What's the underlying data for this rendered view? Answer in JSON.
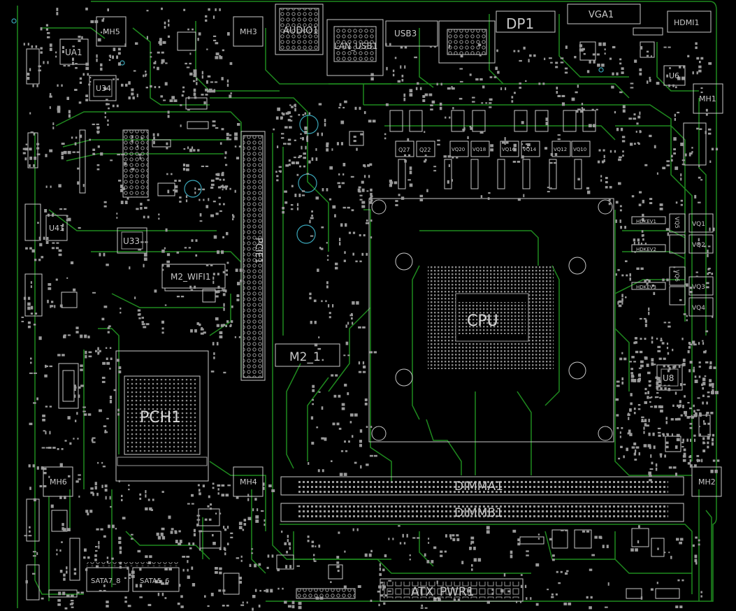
{
  "colors": {
    "background": "#000000",
    "trace": "#1f8a1f",
    "silkscreen": "#c8c8c8",
    "pad": "#9a9a9a",
    "via": "#3aa6b9"
  },
  "labels": {
    "audio": "AUDIO1",
    "lan": "LAN_USB1",
    "usb": "USB3",
    "dp": "DP1",
    "vga": "VGA1",
    "hdmi": "HDMI1",
    "mh1": "MH1",
    "mh2": "MH2",
    "mh3": "MH3",
    "mh4": "MH4",
    "mh5": "MH5",
    "mh6": "MH6",
    "ua1": "UA1",
    "u34": "U34",
    "u41": "U41",
    "u33": "U33",
    "u6": "U6",
    "u8": "U8",
    "wifi": "M2_WIFI1",
    "m2": "M2_1",
    "pcie": "PCIE1",
    "cpu": "CPU",
    "pch": "PCH1",
    "dimma": "DIMMA1",
    "dimmb": "DIMMB1",
    "sata78": "SATA7_8",
    "sata56": "SATA5_6",
    "atx": "ATX_PWR1",
    "q1": "VQ1",
    "q2": "VQ2",
    "q3": "VQ3",
    "q4": "VQ4",
    "q5": "VQ5",
    "q6": "VQ6",
    "hdkev1": "HDKEV1",
    "hdkev2": "HDKEV2",
    "hdkev3": "HDKEV3",
    "q27": "Q27",
    "q22": "Q22",
    "vq20": "VQ20",
    "vq18": "VQ18",
    "vq16": "VQ16",
    "vq14": "VQ14",
    "vq12": "VQ12",
    "vq10": "VQ10"
  }
}
